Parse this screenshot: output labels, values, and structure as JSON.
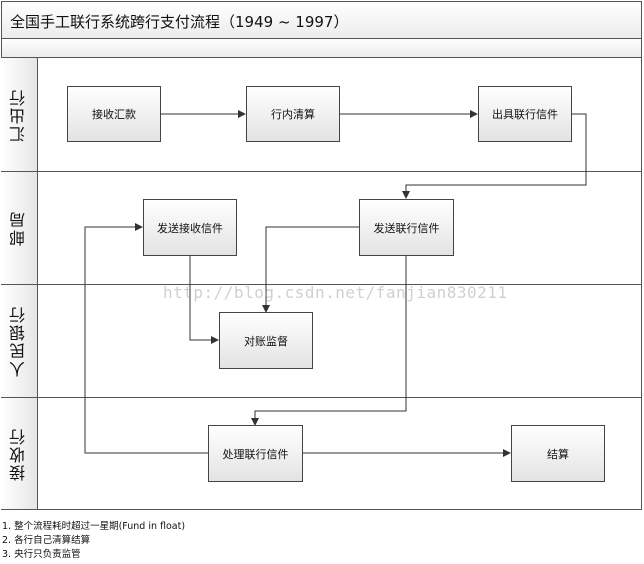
{
  "title": "全国手工联行系统跨行支付流程（1949 ~ 1997）",
  "lanes": [
    "汇出行",
    "邮局",
    "人民银行",
    "接收行"
  ],
  "nodes": {
    "n1": "接收汇款",
    "n2": "行内清算",
    "n3": "出具联行信件",
    "n4": "发送接收信件",
    "n5": "发送联行信件",
    "n6": "对账监督",
    "n7": "处理联行信件",
    "n8": "结算"
  },
  "watermark": "http://blog.csdn.net/fanjian830211",
  "notes": [
    "1. 整个流程耗时超过一星期(Fund in float)",
    "2. 各行自己清算结算",
    "3. 央行只负责监管"
  ],
  "colors": {
    "line": "#333333",
    "border": "#555555"
  }
}
